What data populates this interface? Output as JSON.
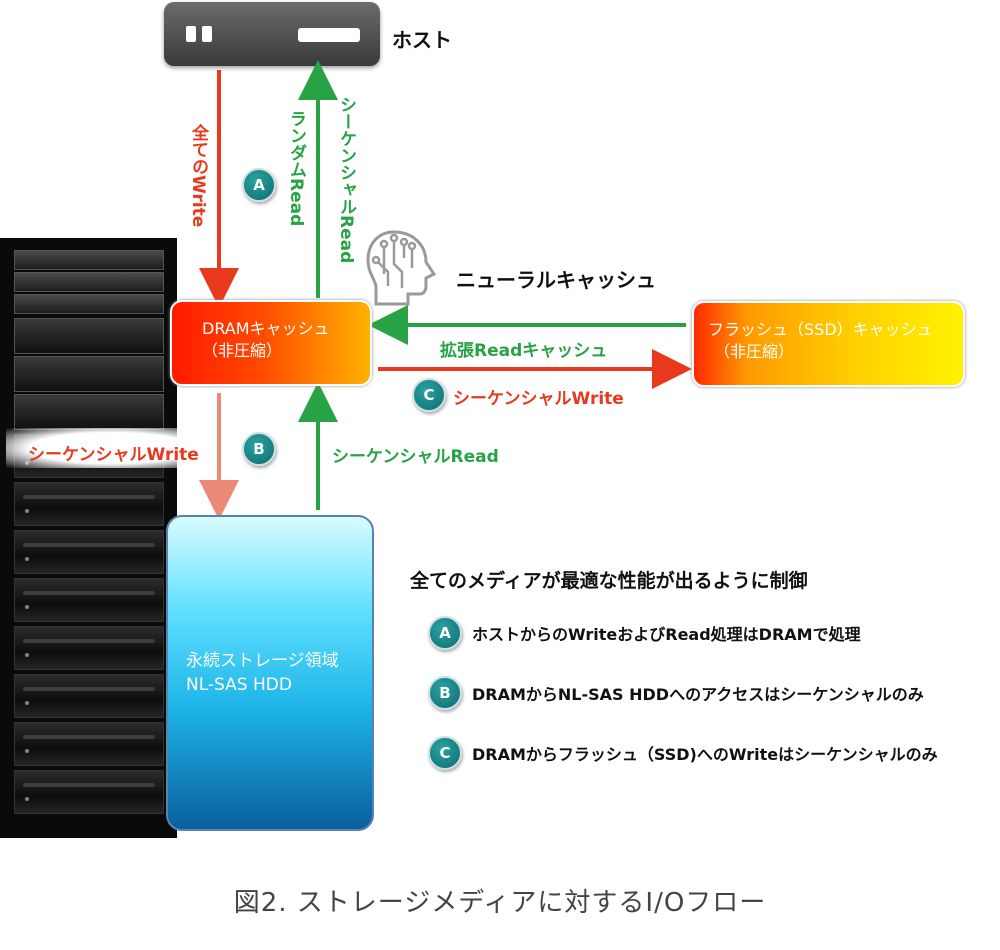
{
  "host": {
    "label": "ホスト"
  },
  "arrows": {
    "all_write": "全てのWrite",
    "random_read": "ランダムRead",
    "seq_read_host": "シーケンシャルRead",
    "ext_read_cache": "拡張Readキャッシュ",
    "seq_write_flash": "シーケンシャルWrite",
    "seq_write_hdd": "シーケンシャルWrite",
    "seq_read_hdd": "シーケンシャルRead"
  },
  "neural": {
    "label": "ニューラルキャッシュ"
  },
  "dram": {
    "line1": "DRAMキャッシュ",
    "line2": "（非圧縮）"
  },
  "flash": {
    "line1": "フラッシュ（SSD）キャッシュ",
    "line2": "（非圧縮）"
  },
  "hdd": {
    "line1": "永続ストレージ領域",
    "line2": "NL-SAS HDD"
  },
  "markers": {
    "a": "A",
    "b": "B",
    "c": "C"
  },
  "legend": {
    "title": "全てのメディアが最適な性能が出るように制御",
    "items": [
      {
        "marker": "A",
        "text": "ホストからのWriteおよびRead処理はDRAMで処理"
      },
      {
        "marker": "B",
        "text": "DRAMからNL-SAS HDDへのアクセスはシーケンシャルのみ"
      },
      {
        "marker": "C",
        "text": "DRAMからフラッシュ（SSD)へのWriteはシーケンシャルのみ"
      }
    ]
  },
  "caption": "図2.  ストレージメディアに対するI/Oフロー",
  "colors": {
    "red": "#e8391d",
    "green": "#27a244",
    "marker": "#0d6b70"
  }
}
